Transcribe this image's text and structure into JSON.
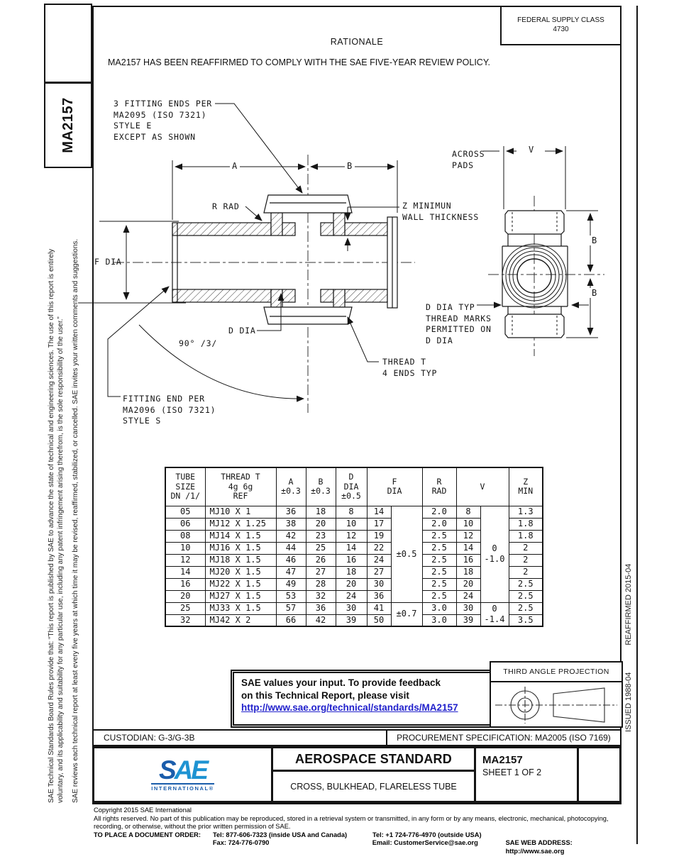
{
  "colors": {
    "link_blue": "#2222cc",
    "logo_dark": "#1a5dab",
    "logo_light": "#1e93d2"
  },
  "header": {
    "federal_supply_class": "FEDERAL SUPPLY CLASS",
    "federal_supply_class_code": "4730",
    "rationale_title": "RATIONALE",
    "rationale_text": "MA2157 HAS BEEN REAFFIRMED TO COMPLY WITH THE SAE FIVE-YEAR REVIEW POLICY."
  },
  "sidebar": {
    "doc_number": "MA2157",
    "notice1": "SAE Technical Standards Board Rules provide that: “This report is published by SAE to advance the state of technical and engineering sciences. The use of this report is entirely\nvoluntary, and its applicability and suitability for any particular use, including any patent infringement arising therefrom, is the sole responsibility of the user.”",
    "notice2": "SAE reviews each technical report at least every five years at which time it may be revised, reaffirmed, stabilized, or cancelled. SAE invites your written comments and suggestions."
  },
  "right_edge": {
    "issued": "ISSUED 1988-04",
    "reaffirmed": "REAFFIRMED 2015-04"
  },
  "drawing": {
    "note_fitting_ends": "3 FITTING ENDS PER\nMA2095 (ISO 7321)\nSTYLE E\nEXCEPT AS SHOWN",
    "label_across_pads": "ACROSS\nPADS",
    "label_z": "Z MINIMUN\nWALL THICKNESS",
    "label_r_rad": "R RAD",
    "label_f_dia": "F DIA",
    "label_d_dia": "D DIA",
    "label_angle": "90° /3/",
    "label_d_dia_typ": "D DIA TYP\nTHREAD MARKS\nPERMITTED ON\nD DIA",
    "label_thread_t": "THREAD T\n4 ENDS TYP",
    "note_fitting_end_s": "FITTING END PER\nMA2096 (ISO 7321)\nSTYLE S",
    "dim_a": "A",
    "dim_b": "B",
    "dim_v": "V",
    "dim_b_upper": "B",
    "dim_b_lower": "B"
  },
  "table": {
    "columns": [
      {
        "lines": [
          "TUBE",
          "SIZE",
          "DN /1/"
        ],
        "span": 1
      },
      {
        "lines": [
          "THREAD T",
          "4g 6g",
          "REF"
        ],
        "span": 1
      },
      {
        "lines": [
          "A",
          "±0.3"
        ],
        "span": 1
      },
      {
        "lines": [
          "B",
          "±0.3"
        ],
        "span": 1
      },
      {
        "lines": [
          "D",
          "DIA",
          "±0.5"
        ],
        "span": 1
      },
      {
        "lines": [
          "F",
          "DIA"
        ],
        "span": 2
      },
      {
        "lines": [
          "R",
          "RAD"
        ],
        "span": 1
      },
      {
        "lines": [
          "V"
        ],
        "span": 2
      },
      {
        "lines": [
          "Z",
          "MIN"
        ],
        "span": 1
      }
    ],
    "rows": [
      [
        "05",
        "MJ10 X 1",
        "36",
        "18",
        "8",
        "14",
        "2.0",
        "8",
        "1.3"
      ],
      [
        "06",
        "MJ12 X 1.25",
        "38",
        "20",
        "10",
        "17",
        "2.0",
        "10",
        "1.8"
      ],
      [
        "08",
        "MJ14 X 1.5",
        "42",
        "23",
        "12",
        "19",
        "2.5",
        "12",
        "1.8"
      ],
      [
        "10",
        "MJ16 X 1.5",
        "44",
        "25",
        "14",
        "22",
        "2.5",
        "14",
        "2"
      ],
      [
        "12",
        "MJ18 X 1.5",
        "46",
        "26",
        "16",
        "24",
        "2.5",
        "16",
        "2"
      ],
      [
        "14",
        "MJ20 X 1.5",
        "47",
        "27",
        "18",
        "27",
        "2.5",
        "18",
        "2"
      ],
      [
        "16",
        "MJ22 X 1.5",
        "49",
        "28",
        "20",
        "30",
        "2.5",
        "20",
        "2.5"
      ],
      [
        "20",
        "MJ27 X 1.5",
        "53",
        "32",
        "24",
        "36",
        "2.5",
        "24",
        "2.5"
      ],
      [
        "25",
        "MJ33 X 1.5",
        "57",
        "36",
        "30",
        "41",
        "3.0",
        "30",
        "2.5"
      ],
      [
        "32",
        "MJ42 X 2",
        "66",
        "42",
        "39",
        "50",
        "3.0",
        "39",
        "3.5"
      ]
    ],
    "f_tol_groups": [
      {
        "text": "±0.5",
        "span": 8
      },
      {
        "text": "±0.7",
        "span": 2
      }
    ],
    "v_tol_groups": [
      {
        "text": "0\n-1.0",
        "span": 8
      },
      {
        "text": "0\n-1.4",
        "span": 2
      }
    ]
  },
  "feedback_box": {
    "line1": "SAE values your input. To provide feedback",
    "line2": "on this Technical Report, please visit",
    "link": "http://www.sae.org/technical/standards/MA2157"
  },
  "projection": {
    "title": "THIRD ANGLE PROJECTION"
  },
  "footer": {
    "custodian": "CUSTODIAN: G-3/G-3B",
    "procurement": "PROCUREMENT SPECIFICATION: MA2005 (ISO 7169)",
    "logo_s": "S",
    "logo_ae": "AE",
    "logo_sub": "INTERNATIONAL®",
    "title_type": "AEROSPACE STANDARD",
    "title": "CROSS, BULKHEAD, FLARELESS TUBE",
    "doc_number": "MA2157",
    "sheet": "SHEET 1 OF 2"
  },
  "copyright": {
    "line1": "Copyright 2015 SAE International",
    "line2": "All rights reserved. No part of this publication may be reproduced, stored in a retrieval system or transmitted, in any form or by any means, electronic, mechanical, photocopying,",
    "line3": "recording, or otherwise, without the prior written permission of SAE.",
    "order_label": "TO PLACE A DOCUMENT ORDER:",
    "tel_inside": "Tel: 877-606-7323 (inside USA and Canada)",
    "tel_outside": "Tel: +1 724-776-4970 (outside USA)",
    "fax": "Fax: 724-776-0790",
    "email": "Email: CustomerService@sae.org",
    "web": "SAE WEB ADDRESS: http://www.sae.org"
  }
}
